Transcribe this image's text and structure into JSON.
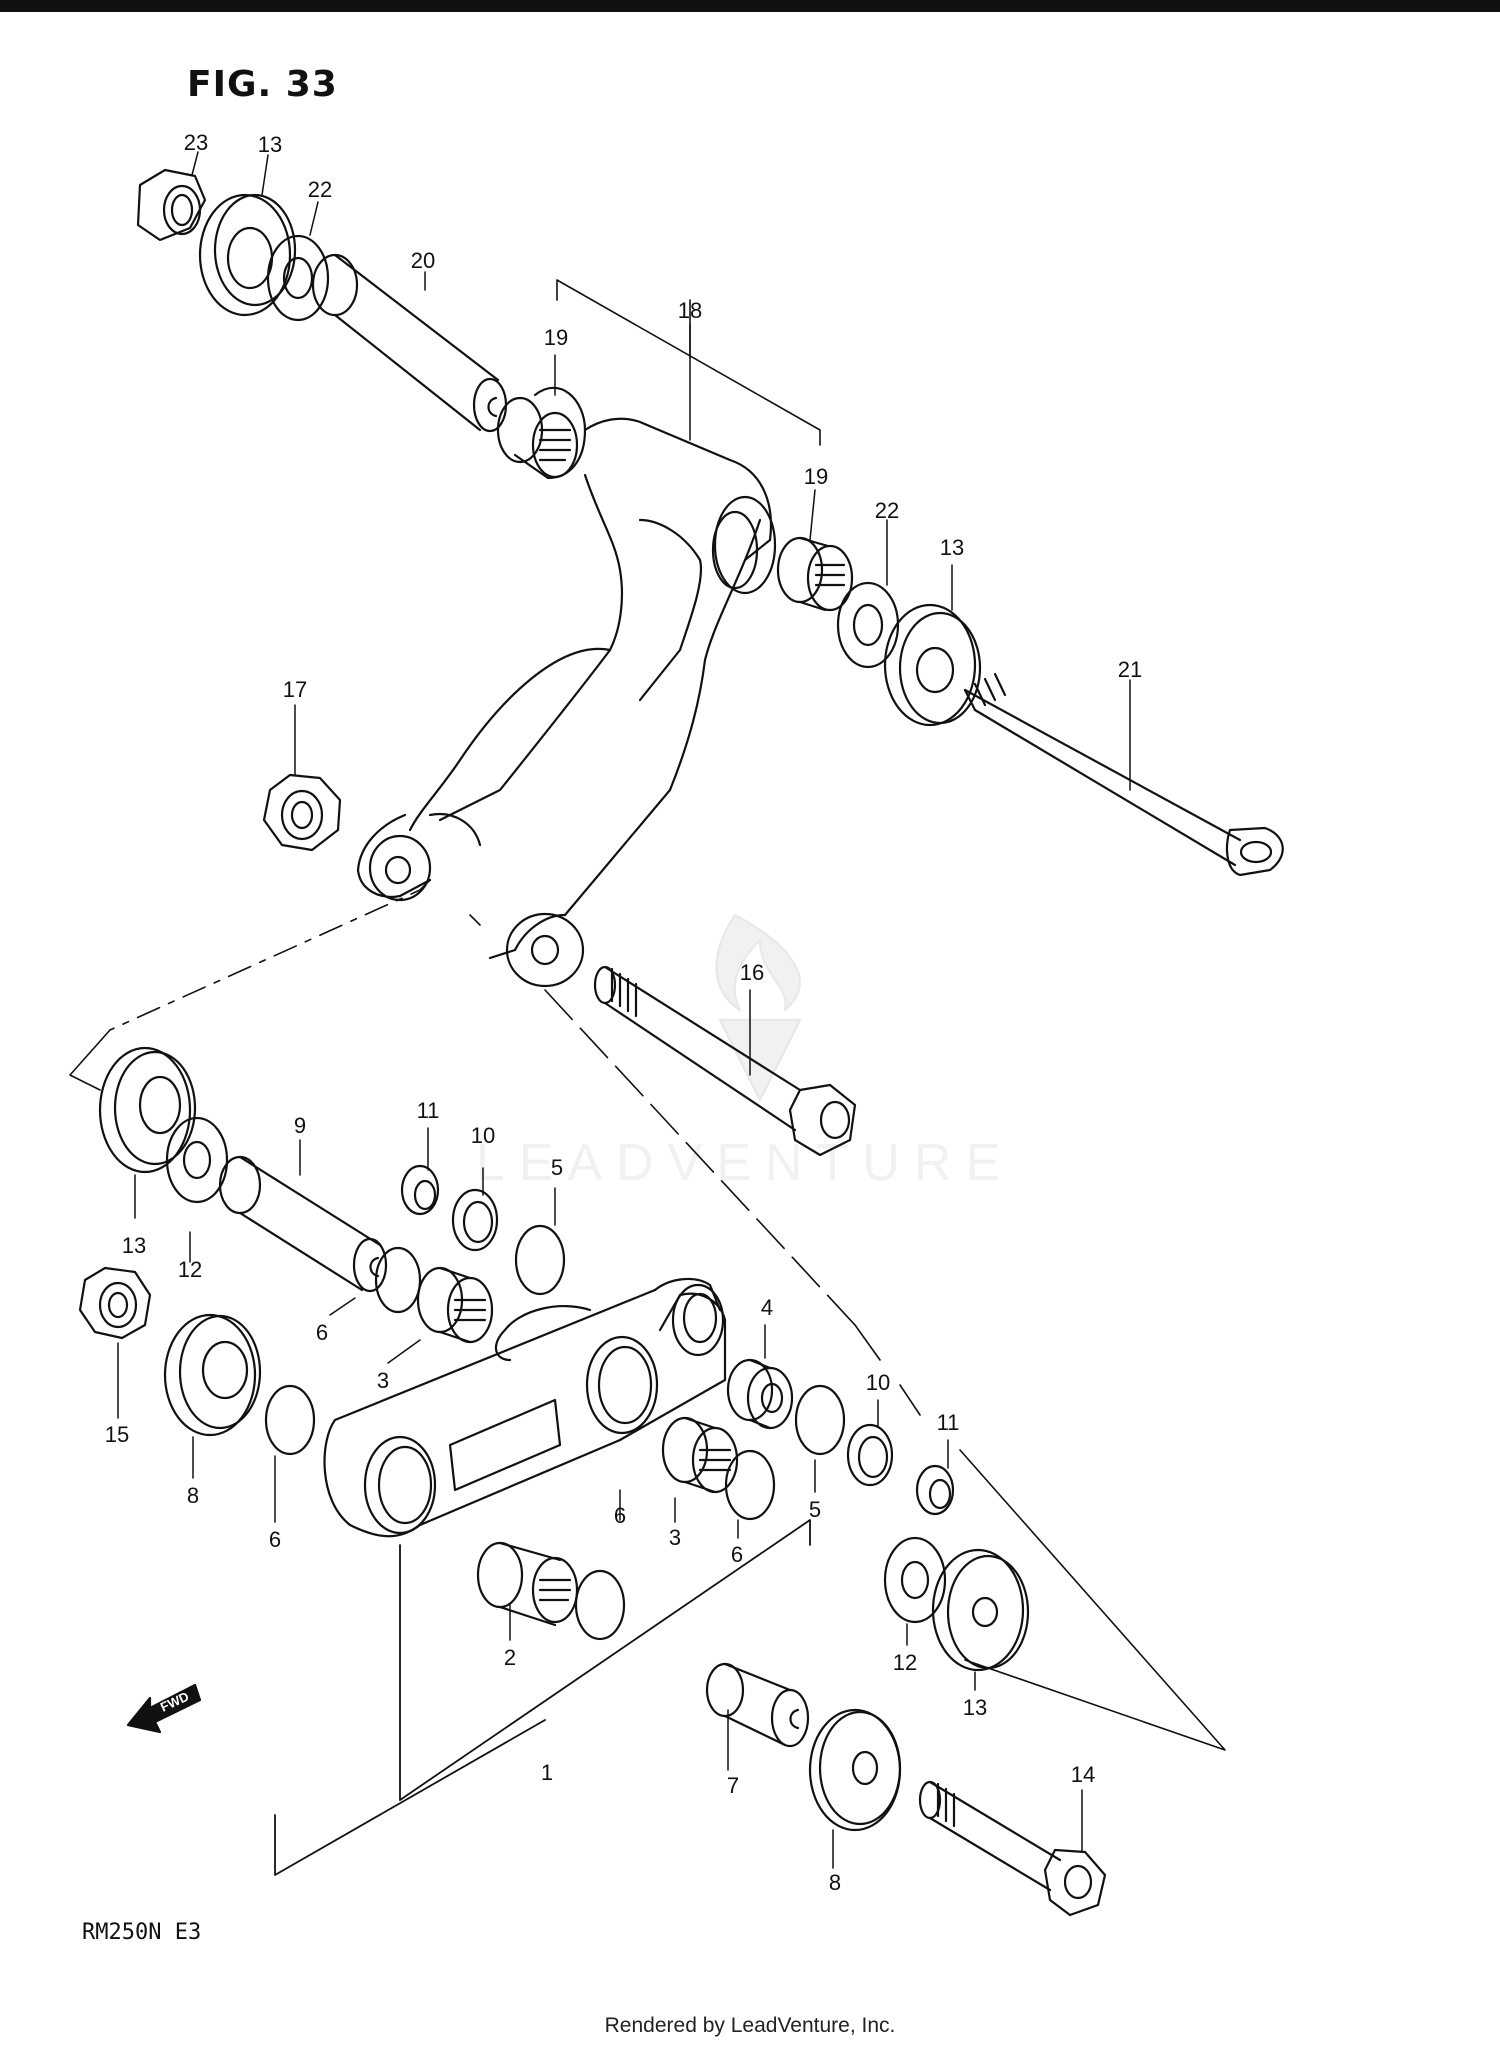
{
  "figure": {
    "title": "FIG. 33",
    "model": "RM250N  E3"
  },
  "watermark": {
    "text": "LEADVENTURE"
  },
  "footer": {
    "text": "Rendered by LeadVenture, Inc."
  },
  "fwd_label": "FWD",
  "callouts": [
    {
      "id": "c23a",
      "text": "23"
    },
    {
      "id": "c13a",
      "text": "13"
    },
    {
      "id": "c22a",
      "text": "22"
    },
    {
      "id": "c20",
      "text": "20"
    },
    {
      "id": "c19a",
      "text": "19"
    },
    {
      "id": "c18",
      "text": "18"
    },
    {
      "id": "c19b",
      "text": "19"
    },
    {
      "id": "c22b",
      "text": "22"
    },
    {
      "id": "c13b",
      "text": "13"
    },
    {
      "id": "c21",
      "text": "21"
    },
    {
      "id": "c17",
      "text": "17"
    },
    {
      "id": "c16",
      "text": "16"
    },
    {
      "id": "c9",
      "text": "9"
    },
    {
      "id": "c11a",
      "text": "11"
    },
    {
      "id": "c10a",
      "text": "10"
    },
    {
      "id": "c5a",
      "text": "5"
    },
    {
      "id": "c13c",
      "text": "13"
    },
    {
      "id": "c12a",
      "text": "12"
    },
    {
      "id": "c6a",
      "text": "6"
    },
    {
      "id": "c3a",
      "text": "3"
    },
    {
      "id": "c4",
      "text": "4"
    },
    {
      "id": "c15",
      "text": "15"
    },
    {
      "id": "c8a",
      "text": "8"
    },
    {
      "id": "c6b",
      "text": "6"
    },
    {
      "id": "c10b",
      "text": "10"
    },
    {
      "id": "c11b",
      "text": "11"
    },
    {
      "id": "c6c",
      "text": "6"
    },
    {
      "id": "c3b",
      "text": "3"
    },
    {
      "id": "c6d",
      "text": "6"
    },
    {
      "id": "c5b",
      "text": "5"
    },
    {
      "id": "c2",
      "text": "2"
    },
    {
      "id": "c12b",
      "text": "12"
    },
    {
      "id": "c13d",
      "text": "13"
    },
    {
      "id": "c1",
      "text": "1"
    },
    {
      "id": "c7",
      "text": "7"
    },
    {
      "id": "c14",
      "text": "14"
    },
    {
      "id": "c8b",
      "text": "8"
    }
  ]
}
